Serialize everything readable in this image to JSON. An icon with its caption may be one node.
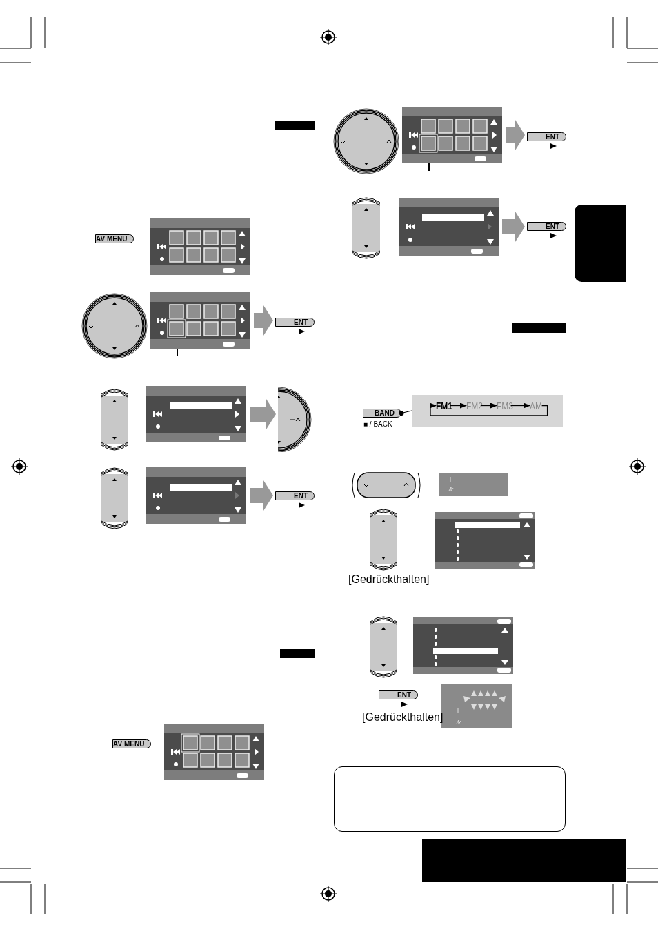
{
  "diagram": {
    "nodes": [
      {
        "text": [
          "AV MENU"
        ]
      },
      {
        "text": [],
        "shape": "box"
      },
      {
        "text": [],
        "shape": "box"
      },
      {
        "text": [
          "ENT"
        ]
      },
      {
        "text": [],
        "shape": "box"
      },
      {
        "text": [],
        "shape": "circle"
      },
      {
        "text": [],
        "shape": "box"
      },
      {
        "text": [
          "ENT"
        ]
      },
      {
        "text": [
          "AV MENU"
        ]
      },
      {
        "text": [],
        "shape": "box"
      },
      {
        "text": [],
        "shape": "box"
      },
      {
        "text": [
          "ENT"
        ]
      },
      {
        "text": [],
        "shape": "box"
      },
      {
        "text": [
          "ENT"
        ]
      },
      {
        "text": [
          "BAND"
        ],
        "beside": [
          "■ / BACK"
        ]
      },
      {
        "text": [],
        "shape": "box"
      },
      {
        "text": [
          "FM1"
        ],
        "in": 15
      },
      {
        "text": [
          "FM2"
        ],
        "in": 15
      },
      {
        "text": [
          "FM3"
        ],
        "in": 15
      },
      {
        "text": [
          "AM"
        ],
        "in": 15
      },
      {
        "text": [],
        "shape": "bar"
      },
      {
        "text": [],
        "shape": "box"
      },
      {
        "text": [],
        "shape": "bar"
      },
      {
        "text": [],
        "shape": "bar"
      },
      {
        "text": [],
        "shape": "box"
      },
      {
        "text": [],
        "shape": "box"
      }
    ],
    "edges": [
      {
        "from": 2,
        "to": 3,
        "arrow": "to",
        "style": "thick",
        "color": "#999999"
      },
      {
        "from": 4,
        "to": 5,
        "arrow": "to",
        "style": "thick",
        "color": "#999999"
      },
      {
        "from": 6,
        "to": 7,
        "arrow": "to",
        "style": "thick",
        "color": "#999999"
      },
      {
        "from": 10,
        "to": 11,
        "arrow": "to",
        "style": "thick",
        "color": "#999999"
      },
      {
        "from": 12,
        "to": 13,
        "arrow": "to",
        "style": "thick",
        "color": "#999999"
      },
      {
        "from": 14,
        "to": 15,
        "arrow": "other",
        "color": "#000000"
      },
      {
        "from": 16,
        "to": 17,
        "arrow": "to",
        "color": "#000000"
      },
      {
        "from": 17,
        "to": 18,
        "arrow": "to",
        "color": "#000000"
      },
      {
        "from": 18,
        "to": 19,
        "arrow": "to",
        "color": "#000000"
      },
      {
        "from": 19,
        "to": 16,
        "arrow": "to",
        "color": "#000000"
      },
      {
        "from": 2,
        "to": null,
        "arrow": "none",
        "color": "#000000"
      },
      {
        "from": 10,
        "to": null,
        "arrow": "none",
        "color": "#000000"
      }
    ],
    "labels": [
      "[Gedrückthalten]",
      "ENT",
      "[Gedrückthalten]"
    ]
  }
}
